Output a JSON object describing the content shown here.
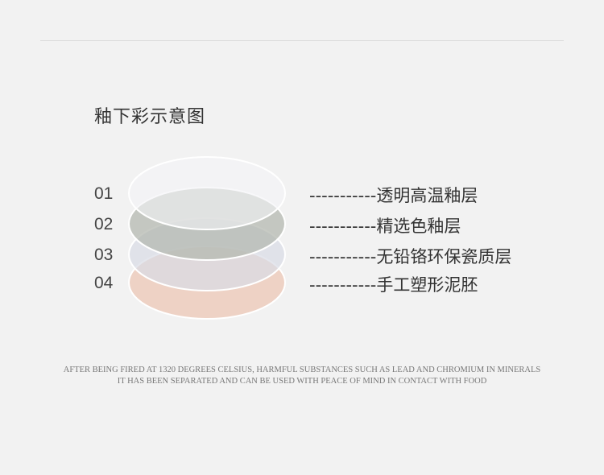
{
  "title": "釉下彩示意图",
  "layers": [
    {
      "num": "01",
      "label": "-----------透明高温釉层",
      "fill": "#f4f4f6",
      "opacity": 0.6
    },
    {
      "num": "02",
      "label": "-----------精选色釉层",
      "fill": "#b4b8b0",
      "opacity": 0.75
    },
    {
      "num": "03",
      "label": "-----------无铅铬环保瓷质层",
      "fill": "#d8dbe6",
      "opacity": 0.7
    },
    {
      "num": "04",
      "label": "-----------手工塑形泥胚",
      "fill": "#eed2c5",
      "opacity": 1
    }
  ],
  "footer": {
    "line1": "AFTER BEING FIRED AT 1320 DEGREES CELSIUS, HARMFUL SUBSTANCES SUCH AS LEAD AND CHROMIUM IN MINERALS",
    "line2": "IT HAS BEEN SEPARATED AND CAN BE USED WITH PEACE OF MIND IN CONTACT WITH FOOD"
  }
}
